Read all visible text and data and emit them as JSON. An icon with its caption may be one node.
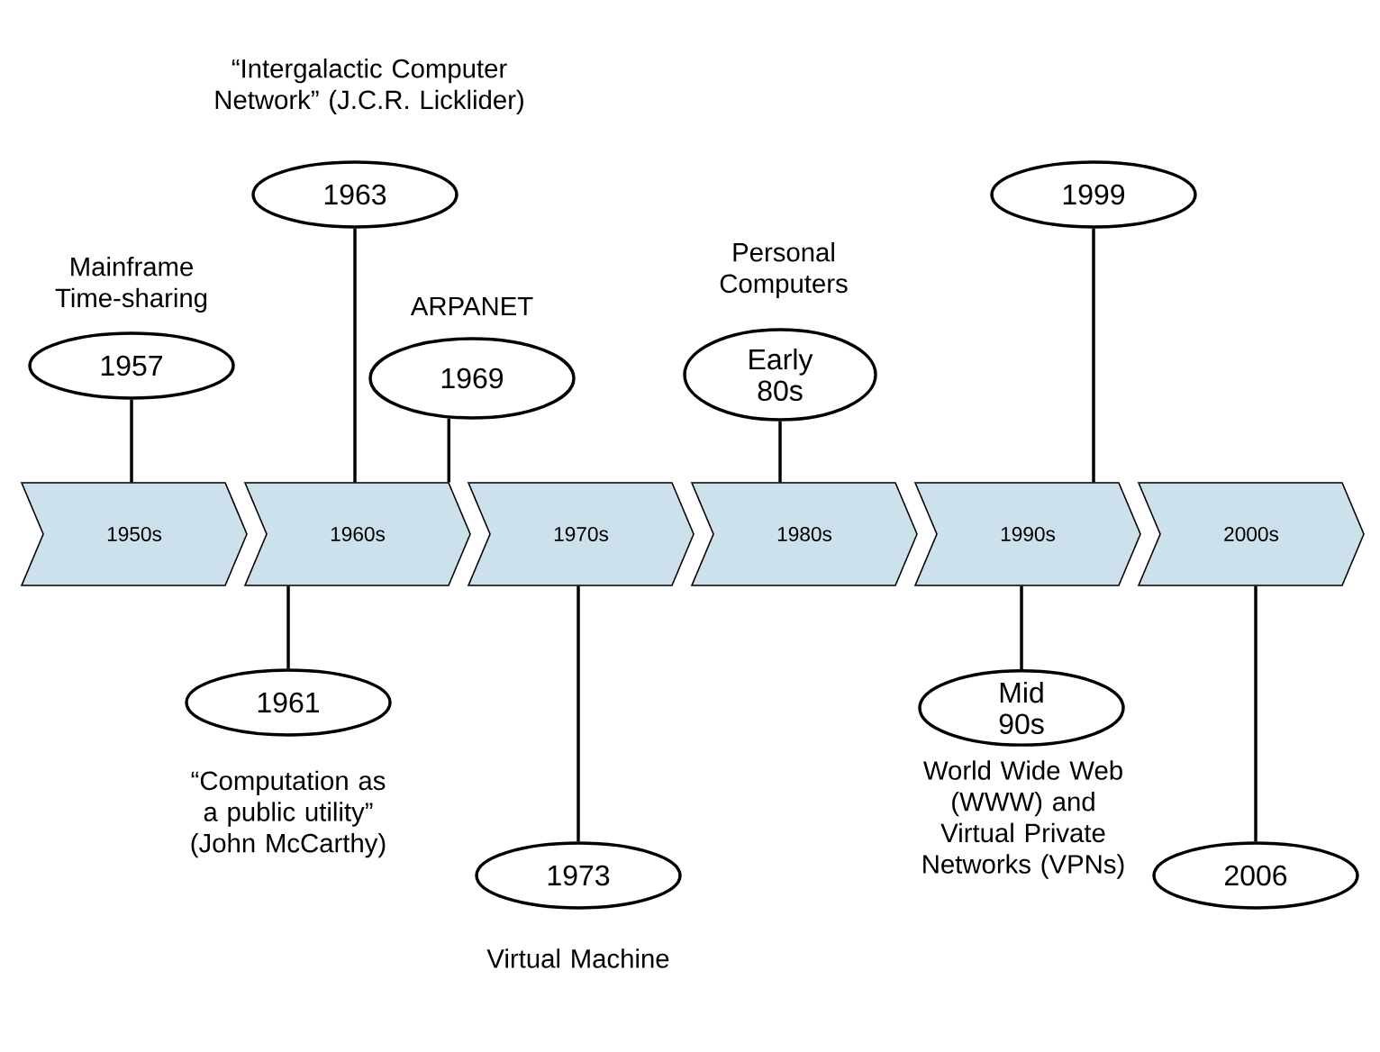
{
  "diagram": {
    "nodes": [
      {
        "text": [
          "1950s"
        ]
      },
      {
        "text": [
          "1960s"
        ]
      },
      {
        "text": [
          "1970s"
        ]
      },
      {
        "text": [
          "1980s"
        ]
      },
      {
        "text": [
          "1990s"
        ]
      },
      {
        "text": [
          "2000s"
        ]
      },
      {
        "text": [
          "1957"
        ],
        "beside": [
          "Mainframe Time-sharing"
        ]
      },
      {
        "text": [
          "1963"
        ],
        "beside": [
          "“Intergalactic Computer Network” (J.C.R. Licklider)"
        ]
      },
      {
        "text": [
          "1969"
        ],
        "beside": [
          "ARPANET"
        ]
      },
      {
        "text": [
          "1961"
        ],
        "beside": [
          "“Computation as a public utility” (John McCarthy)"
        ]
      },
      {
        "text": [
          "1973"
        ],
        "beside": [
          "Virtual Machine"
        ]
      },
      {
        "text": [
          "Early 80s"
        ],
        "beside": [
          "Personal Computers"
        ]
      },
      {
        "text": [
          "1999"
        ]
      },
      {
        "text": [
          "Mid 90s"
        ],
        "beside": [
          "World Wide Web (WWW) and Virtual Private Networks (VPNs)"
        ]
      },
      {
        "text": [
          "2006"
        ]
      }
    ],
    "edges": [
      {
        "from": 6,
        "to": 0,
        "arrow": "none"
      },
      {
        "from": 7,
        "to": 1,
        "arrow": "none"
      },
      {
        "from": 8,
        "to": 1,
        "arrow": "none"
      },
      {
        "from": 9,
        "to": 1,
        "arrow": "none"
      },
      {
        "from": 10,
        "to": 2,
        "arrow": "none"
      },
      {
        "from": 11,
        "to": 3,
        "arrow": "none"
      },
      {
        "from": 12,
        "to": 4,
        "arrow": "none"
      },
      {
        "from": 13,
        "to": 4,
        "arrow": "none"
      },
      {
        "from": 14,
        "to": 5,
        "arrow": "none"
      }
    ]
  }
}
